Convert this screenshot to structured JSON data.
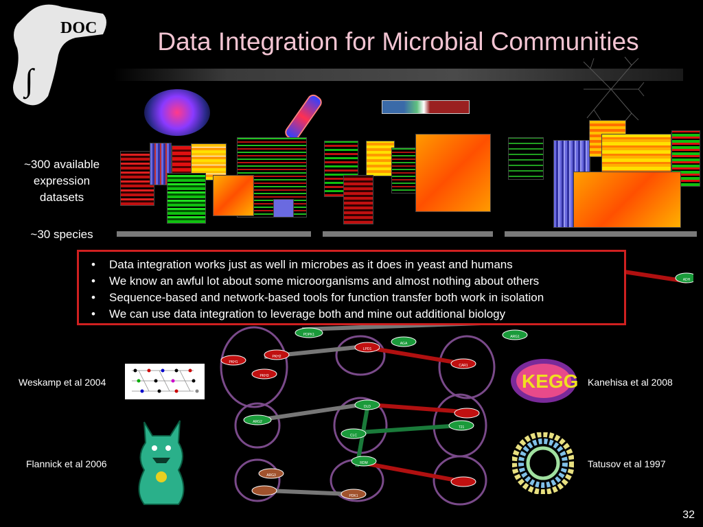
{
  "slide": {
    "title": "Data Integration for Microbial Communities",
    "expression_label": "~300 available expression datasets",
    "species_label": "~30 species",
    "bullets": [
      "Data integration works just as well in microbes as it does in yeast and humans",
      "We know an awful lot about some microorganisms and almost nothing about others",
      "Sequence-based and network-based tools for function transfer both work in isolation",
      "We can use data integration to leverage both and mine out additional biology"
    ],
    "references": {
      "weskamp": "Weskamp et al 2004",
      "flannick": "Flannick et al 2006",
      "kanehisa": "Kanehisa et al 2008",
      "tatusov": "Tatusov et al 1997"
    },
    "logo_text": "DOC",
    "kegg_text": "KEGG",
    "page_number": "32",
    "nodes": [
      "PKH1",
      "PKH2",
      "PKH3",
      "PDPK1",
      "LPD1",
      "CAR1",
      "AGA",
      "ARG1",
      "ARG2",
      "DLD",
      "CLC",
      "T21",
      "RDM",
      "ADH",
      "PDK1",
      "ARG3"
    ]
  },
  "colors": {
    "title": "#f2c4d2",
    "box_border": "#d02020",
    "heat_red": "#e01010",
    "heat_green": "#10c010",
    "heat_yellow": "#ffd400",
    "heat_orange": "#ff7a00"
  }
}
